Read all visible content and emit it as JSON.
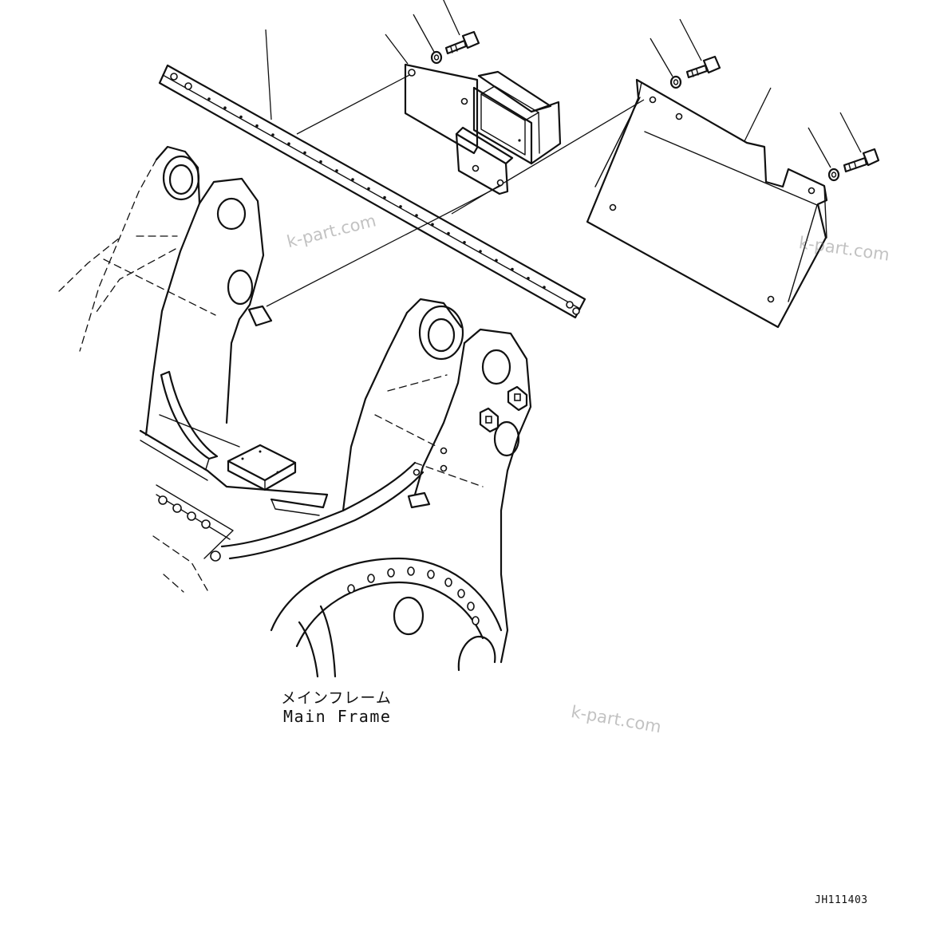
{
  "diagram": {
    "label_jp": "メインフレーム",
    "label_en": "Main Frame",
    "drawing_code": "JH111403",
    "watermark": "k-part.com"
  }
}
